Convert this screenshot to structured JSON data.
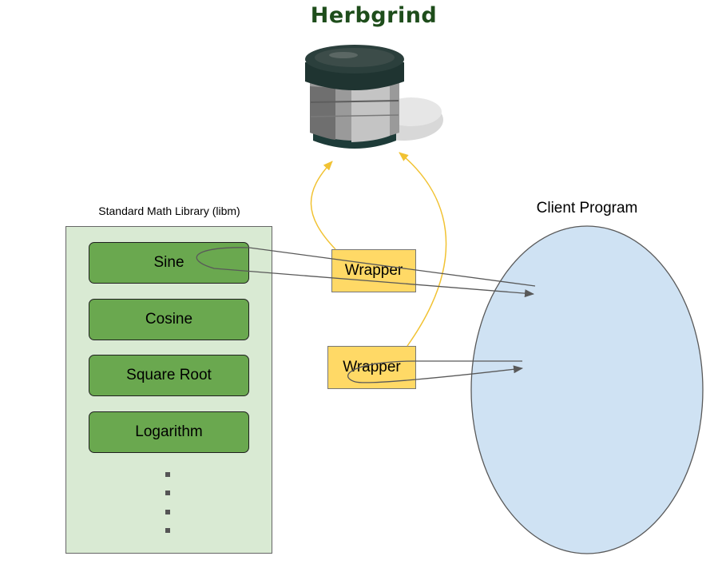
{
  "diagram": {
    "title": "Herbgrind",
    "library_label": "Standard Math Library (libm)",
    "client_label": "Client Program",
    "functions": [
      {
        "label": "Sine"
      },
      {
        "label": "Cosine"
      },
      {
        "label": "Square Root"
      },
      {
        "label": "Logarithm"
      }
    ],
    "wrappers": [
      {
        "label": "Wrapper"
      },
      {
        "label": "Wrapper"
      }
    ],
    "colors": {
      "title": "#1e4d1b",
      "library_panel": "#d9ead3",
      "function_box": "#6aa84f",
      "wrapper_box": "#ffd966",
      "client_ellipse": "#cfe2f3",
      "call_arrow": "#595959",
      "herbgrind_arrow": "#f1c232"
    },
    "icons": {
      "tool_image": "grinder-jar-icon"
    }
  }
}
